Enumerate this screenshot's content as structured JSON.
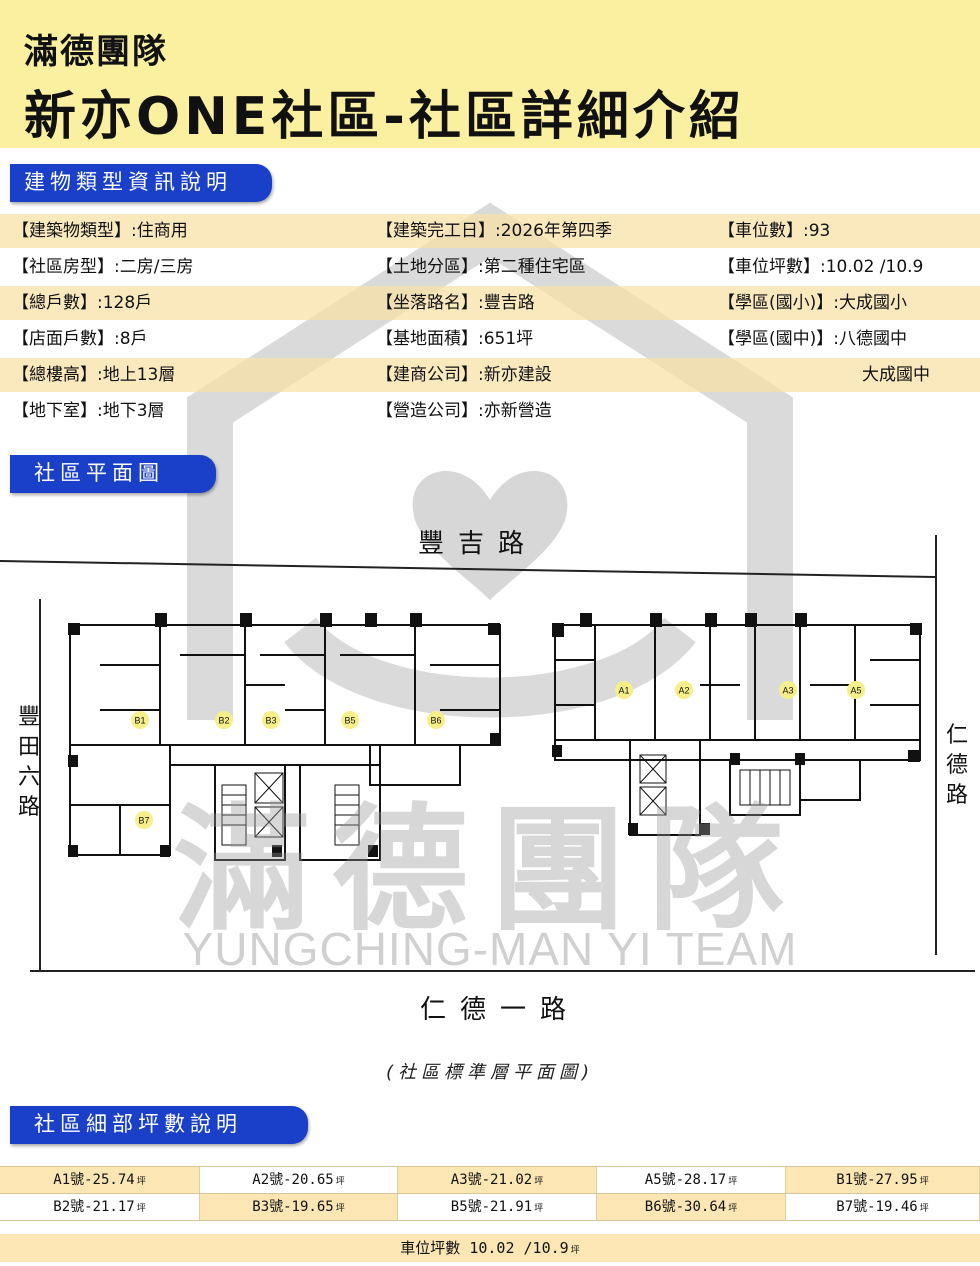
{
  "header": {
    "brand": "滿德團隊",
    "title": "新亦ONE社區-社區詳細介紹"
  },
  "watermark": {
    "chinese": "滿德團隊",
    "english": "YUNGCHING-MAN YI TEAM"
  },
  "sections": {
    "building_info": "建物類型資訊說明",
    "floor_plan": "社區平面圖",
    "unit_sizes": "社區細部坪數說明"
  },
  "info_rows": [
    {
      "c1": "【建築物類型】:住商用",
      "c2": "【建築完工日】:2026年第四季",
      "c3": "【車位數】:93"
    },
    {
      "c1": "【社區房型】:二房/三房",
      "c2": "【土地分區】:第二種住宅區",
      "c3": "【車位坪數】:10.02 /10.9"
    },
    {
      "c1": "【總戶數】:128戶",
      "c2": "【坐落路名】:豐吉路",
      "c3": "【學區(國小)】:大成國小"
    },
    {
      "c1": "【店面戶數】:8戶",
      "c2": "【基地面積】:651坪",
      "c3": "【學區(國中)】:八德國中"
    },
    {
      "c1": "【總樓高】:地上13層",
      "c2": "【建商公司】:新亦建設",
      "c3": "大成國中"
    },
    {
      "c1": "【地下室】:地下3層",
      "c2": "【營造公司】:亦新營造",
      "c3": ""
    }
  ],
  "plan": {
    "road_top": "豐吉路",
    "road_bottom": "仁德一路",
    "road_left": "豐田六路",
    "road_right": "仁德路",
    "units_left": [
      "B1",
      "B2",
      "B3",
      "B5",
      "B6",
      "B7"
    ],
    "units_right": [
      "A1",
      "A2",
      "A3",
      "A5"
    ],
    "caption": "(社區標準層平面圖)"
  },
  "unit_sizes": {
    "unit": "坪",
    "row1": [
      {
        "label": "A1號-25.74"
      },
      {
        "label": "A2號-20.65"
      },
      {
        "label": "A3號-21.02"
      },
      {
        "label": "A5號-28.17"
      },
      {
        "label": "B1號-27.95"
      }
    ],
    "row2": [
      {
        "label": "B2號-21.17"
      },
      {
        "label": "B3號-19.65"
      },
      {
        "label": "B5號-21.91"
      },
      {
        "label": "B6號-30.64"
      },
      {
        "label": "B7號-19.46"
      }
    ],
    "parking": "車位坪數 10.02 /10.9"
  },
  "colors": {
    "header_bg": "#faf0a0",
    "badge_bg": "#1a3fc8",
    "row_shade": "#fbe6b4"
  }
}
